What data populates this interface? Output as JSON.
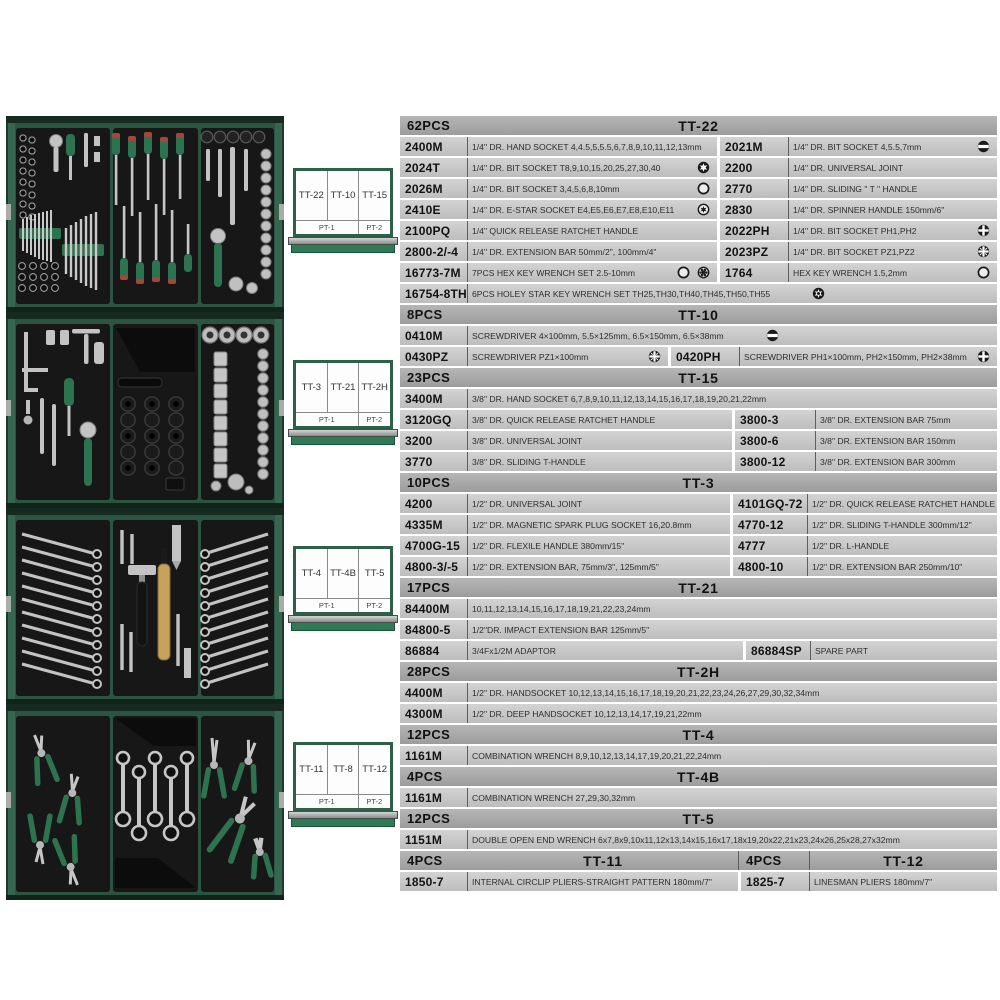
{
  "colors": {
    "accent_green": "#2e7350",
    "case_green": "#2b5442",
    "header_bg": "#a9a9a9",
    "row_bg": "#c8c8c8",
    "diagram_border_green": "#2e5f49",
    "diagram_bar_green": "#2e7b55"
  },
  "diagrams": [
    {
      "cells": [
        "TT-22",
        "TT-10",
        "TT-15"
      ],
      "pt": [
        "PT-1",
        "PT-2"
      ]
    },
    {
      "cells": [
        "TT-3",
        "TT-21",
        "TT-2H"
      ],
      "pt": [
        "PT-1",
        "PT-2"
      ]
    },
    {
      "cells": [
        "TT-4",
        "TT-4B",
        "TT-5"
      ],
      "pt": [
        "PT-1",
        "PT-2"
      ]
    },
    {
      "cells": [
        "TT-11",
        "TT-8",
        "TT-12"
      ],
      "pt": [
        "PT-1",
        "PT-2"
      ]
    }
  ],
  "table": {
    "sections": [
      {
        "qty": "62PCS",
        "title": "TT-22",
        "cols": [
          68,
          249,
          72,
          208
        ],
        "rows": [
          {
            "cells": [
              {
                "k": "num",
                "t": "2400M"
              },
              {
                "k": "desc",
                "t": "1/4\" DR. HAND SOCKET 4,4.5,5,5.5,6,7,8,9,10,11,12,13mm"
              },
              {
                "k": "num",
                "t": "2021M"
              },
              {
                "k": "desc",
                "t": "1/4\" DR. BIT SOCKET 4,5.5,7mm",
                "icons": [
                  "slotted-bit-icon"
                ]
              }
            ]
          },
          {
            "cells": [
              {
                "k": "num",
                "t": "2024T"
              },
              {
                "k": "desc",
                "t": "1/4\" DR. BIT SOCKET T8,9,10,15,20,25,27,30,40",
                "icons": [
                  "torx-bit-icon"
                ]
              },
              {
                "k": "num",
                "t": "2200"
              },
              {
                "k": "desc",
                "t": "1/4\" DR. UNIVERSAL JOINT"
              }
            ]
          },
          {
            "cells": [
              {
                "k": "num",
                "t": "2026M"
              },
              {
                "k": "desc",
                "t": "1/4\" DR. BIT SOCKET 3,4,5,6,8,10mm",
                "icons": [
                  "hex-socket-icon"
                ]
              },
              {
                "k": "num",
                "t": "2770"
              },
              {
                "k": "desc",
                "t": "1/4\" DR. SLIDING \" T \" HANDLE"
              }
            ]
          },
          {
            "cells": [
              {
                "k": "num",
                "t": "2410E"
              },
              {
                "k": "desc",
                "t": "1/4\" DR. E-STAR SOCKET E4,E5,E6,E7,E8,E10,E11",
                "icons": [
                  "e-star-socket-icon"
                ]
              },
              {
                "k": "num",
                "t": "2830"
              },
              {
                "k": "desc",
                "t": "1/4\" DR. SPINNER HANDLE 150mm/6\""
              }
            ]
          },
          {
            "cells": [
              {
                "k": "num",
                "t": "2100PQ"
              },
              {
                "k": "desc",
                "t": "1/4\" QUICK RELEASE RATCHET HANDLE"
              },
              {
                "k": "num",
                "t": "2022PH"
              },
              {
                "k": "desc",
                "t": "1/4\" DR. BIT SOCKET PH1,PH2",
                "icons": [
                  "phillips-bit-icon"
                ]
              }
            ]
          },
          {
            "cells": [
              {
                "k": "num",
                "t": "2800-2/-4"
              },
              {
                "k": "desc",
                "t": "1/4\" DR. EXTENSION BAR 50mm/2\", 100mm/4\""
              },
              {
                "k": "num",
                "t": "2023PZ"
              },
              {
                "k": "desc",
                "t": "1/4\" DR. BIT SOCKET PZ1,PZ2",
                "icons": [
                  "pozidriv-bit-icon"
                ]
              }
            ]
          },
          {
            "cells": [
              {
                "k": "num",
                "t": "16773-7M"
              },
              {
                "k": "desc",
                "t": "7PCS HEX KEY WRENCH SET 2.5-10mm",
                "icons": [
                  "hex-socket-icon",
                  "spline-socket-icon"
                ]
              },
              {
                "k": "num",
                "t": "1764"
              },
              {
                "k": "desc",
                "t": "HEX KEY WRENCH 1.5,2mm",
                "icons": [
                  "hex-socket-icon"
                ]
              }
            ]
          },
          {
            "cols": [
              68,
              529
            ],
            "cells": [
              {
                "k": "num",
                "t": "16754-8TH"
              },
              {
                "k": "desc",
                "t": "6PCS HOLEY STAR KEY WRENCH SET TH25,TH30,TH40,TH45,TH50,TH55",
                "icons": [
                  "holey-star-icon"
                ],
                "inline": true
              }
            ]
          }
        ]
      },
      {
        "qty": "8PCS",
        "title": "TT-10",
        "cols": [
          68,
          529
        ],
        "rows": [
          {
            "cells": [
              {
                "k": "num",
                "t": "0410M"
              },
              {
                "k": "desc",
                "t": "SCREWDRIVER 4×100mm, 5.5×125mm, 6.5×150mm, 6.5×38mm",
                "icons": [
                  "slotted-bit-icon"
                ],
                "inline": true
              }
            ]
          },
          {
            "cols": [
              68,
              200,
              72,
              257
            ],
            "cells": [
              {
                "k": "num",
                "t": "0430PZ"
              },
              {
                "k": "desc",
                "t": "SCREWDRIVER PZ1×100mm",
                "icons": [
                  "pozidriv-bit-icon"
                ]
              },
              {
                "k": "num",
                "t": "0420PH"
              },
              {
                "k": "desc",
                "t": "SCREWDRIVER PH1×100mm, PH2×150mm, PH2×38mm",
                "icons": [
                  "phillips-bit-icon"
                ]
              }
            ]
          }
        ]
      },
      {
        "qty": "23PCS",
        "title": "TT-15",
        "cols": [
          68,
          264,
          84,
          181
        ],
        "rows": [
          {
            "cols": [
              68,
              529
            ],
            "cells": [
              {
                "k": "num",
                "t": "3400M"
              },
              {
                "k": "desc",
                "t": "3/8\" DR. HAND SOCKET 6,7,8,9,10,11,12,13,14,15,16,17,18,19,20,21,22mm"
              }
            ]
          },
          {
            "cells": [
              {
                "k": "num",
                "t": "3120GQ"
              },
              {
                "k": "desc",
                "t": "3/8\" DR. QUICK RELEASE RATCHET HANDLE"
              },
              {
                "k": "num",
                "t": "3800-3"
              },
              {
                "k": "desc",
                "t": "3/8\" DR. EXTENSION BAR 75mm"
              }
            ]
          },
          {
            "cells": [
              {
                "k": "num",
                "t": "3200"
              },
              {
                "k": "desc",
                "t": "3/8\" DR. UNIVERSAL JOINT"
              },
              {
                "k": "num",
                "t": "3800-6"
              },
              {
                "k": "desc",
                "t": "3/8\" DR. EXTENSION BAR 150mm"
              }
            ]
          },
          {
            "cells": [
              {
                "k": "num",
                "t": "3770"
              },
              {
                "k": "desc",
                "t": "3/8\" DR. SLIDING T-HANDLE"
              },
              {
                "k": "num",
                "t": "3800-12"
              },
              {
                "k": "desc",
                "t": "3/8\" DR. EXTENSION BAR 300mm"
              }
            ]
          }
        ]
      },
      {
        "qty": "10PCS",
        "title": "TT-3",
        "cols": [
          68,
          262,
          78,
          189
        ],
        "rows": [
          {
            "cells": [
              {
                "k": "num",
                "t": "4200"
              },
              {
                "k": "desc",
                "t": "1/2\" DR. UNIVERSAL JOINT"
              },
              {
                "k": "num",
                "t": "4101GQ-72"
              },
              {
                "k": "desc",
                "t": "1/2\" DR. QUICK RELEASE RATCHET HANDLE"
              }
            ]
          },
          {
            "cells": [
              {
                "k": "num",
                "t": "4335M"
              },
              {
                "k": "desc",
                "t": "1/2\" DR. MAGNETIC SPARK PLUG SOCKET 16,20.8mm"
              },
              {
                "k": "num",
                "t": "4770-12"
              },
              {
                "k": "desc",
                "t": "1/2\" DR. SLIDING T-HANDLE 300mm/12\""
              }
            ]
          },
          {
            "cells": [
              {
                "k": "num",
                "t": "4700G-15"
              },
              {
                "k": "desc",
                "t": "1/2\" DR. FLEXILE HANDLE 380mm/15\""
              },
              {
                "k": "num",
                "t": "4777"
              },
              {
                "k": "desc",
                "t": "1/2\" DR. L-HANDLE"
              }
            ]
          },
          {
            "cells": [
              {
                "k": "num",
                "t": "4800-3/-5"
              },
              {
                "k": "desc",
                "t": "1/2\" DR. EXTENSION BAR, 75mm/3\", 125mm/5\""
              },
              {
                "k": "num",
                "t": "4800-10"
              },
              {
                "k": "desc",
                "t": "1/2\" DR. EXTENSION BAR 250mm/10\""
              }
            ]
          }
        ]
      },
      {
        "qty": "17PCS",
        "title": "TT-21",
        "cols": [
          68,
          529
        ],
        "rows": [
          {
            "cells": [
              {
                "k": "num",
                "t": "84400M"
              },
              {
                "k": "desc",
                "t": "10,11,12,13,14,15,16,17,18,19,21,22,23,24mm"
              }
            ]
          },
          {
            "cells": [
              {
                "k": "num",
                "t": "84800-5"
              },
              {
                "k": "desc",
                "t": "1/2\"DR. IMPACT EXTENSION BAR 125mm/5\""
              }
            ]
          },
          {
            "cols": [
              68,
              275,
              68,
              186
            ],
            "cells": [
              {
                "k": "num",
                "t": "86884"
              },
              {
                "k": "desc",
                "t": "3/4Fx1/2M ADAPTOR"
              },
              {
                "k": "num",
                "t": "86884SP"
              },
              {
                "k": "desc",
                "t": "SPARE PART"
              }
            ]
          }
        ]
      },
      {
        "qty": "28PCS",
        "title": "TT-2H",
        "cols": [
          68,
          529
        ],
        "rows": [
          {
            "cells": [
              {
                "k": "num",
                "t": "4400M"
              },
              {
                "k": "desc",
                "t": "1/2\" DR. HANDSOCKET 10,12,13,14,15,16,17,18,19,20,21,22,23,24,26,27,29,30,32,34mm"
              }
            ]
          },
          {
            "cells": [
              {
                "k": "num",
                "t": "4300M"
              },
              {
                "k": "desc",
                "t": "1/2\" DR. DEEP HANDSOCKET 10,12,13,14,17,19,21,22mm"
              }
            ]
          }
        ]
      },
      {
        "qty": "12PCS",
        "title": "TT-4",
        "cols": [
          68,
          529
        ],
        "rows": [
          {
            "cells": [
              {
                "k": "num",
                "t": "1161M"
              },
              {
                "k": "desc",
                "t": "COMBINATION WRENCH 8,9,10,12,13,14,17,19,20,21,22,24mm"
              }
            ]
          }
        ]
      },
      {
        "qty": "4PCS",
        "title": "TT-4B",
        "cols": [
          68,
          529
        ],
        "rows": [
          {
            "cells": [
              {
                "k": "num",
                "t": "1161M"
              },
              {
                "k": "desc",
                "t": "COMBINATION WRENCH 27,29,30,32mm"
              }
            ]
          }
        ]
      },
      {
        "qty": "12PCS",
        "title": "TT-5",
        "cols": [
          68,
          529
        ],
        "rows": [
          {
            "cells": [
              {
                "k": "num",
                "t": "1151M"
              },
              {
                "k": "desc",
                "t": "DOUBLE OPEN END WRENCH 6x7,8x9,10x11,12x13,14x15,16x17,18x19,20x22,21x23,24x26,25x28,27x32mm"
              }
            ]
          }
        ]
      },
      {
        "qty": "4PCS",
        "title": "TT-11",
        "qty2": "4PCS",
        "title2": "TT-12",
        "header_cols": [
          68,
          270,
          72,
          187
        ],
        "cols": [
          68,
          270,
          72,
          187
        ],
        "rows": [
          {
            "cells": [
              {
                "k": "num",
                "t": "1850-7"
              },
              {
                "k": "desc",
                "t": "INTERNAL CIRCLIP PLIERS-STRAIGHT PATTERN 180mm/7\""
              },
              {
                "k": "num",
                "t": "1825-7"
              },
              {
                "k": "desc",
                "t": "LINESMAN PLIERS 180mm/7\""
              }
            ]
          }
        ]
      }
    ]
  }
}
